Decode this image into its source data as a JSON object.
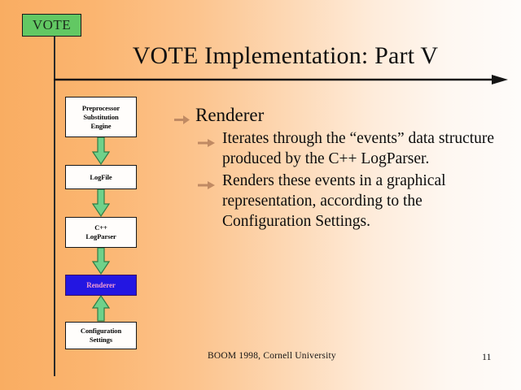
{
  "slide": {
    "badge_label": "VOTE",
    "title": "VOTE Implementation: Part V",
    "background_left_color": "#f9ad62",
    "background_right_color": "#fefcfa",
    "rule_color": "#2a2a2a"
  },
  "flowchart": {
    "boxes": [
      {
        "label": "Preprocessor Substitution Engine",
        "lines": [
          "Preprocessor",
          "Substitution",
          "Engine"
        ],
        "highlight": false
      },
      {
        "label": "LogFile",
        "lines": [
          "LogFile"
        ],
        "highlight": false
      },
      {
        "label": "C++ LogParser",
        "lines": [
          "C++",
          "LogParser"
        ],
        "highlight": false
      },
      {
        "label": "Renderer",
        "lines": [
          "Renderer"
        ],
        "highlight": true
      },
      {
        "label": "Configuration Settings",
        "lines": [
          "Configuration",
          "Settings"
        ],
        "highlight": false
      }
    ],
    "arrows": [
      {
        "direction": "down",
        "from": "Preprocessor Substitution Engine",
        "to": "LogFile"
      },
      {
        "direction": "down",
        "from": "LogFile",
        "to": "C++ LogParser"
      },
      {
        "direction": "down",
        "from": "C++ LogParser",
        "to": "Renderer"
      },
      {
        "direction": "up",
        "from": "Configuration Settings",
        "to": "Renderer"
      }
    ],
    "arrow_fill_color": "#6fd18a",
    "arrow_stroke_color": "#2f7d46",
    "highlight_fill_color": "#2316e2",
    "highlight_text_color": "#f09ad0",
    "box_fill_color": "#fffdfb"
  },
  "body": {
    "bullet_icon": "right-arrow",
    "bullet_color": "#c08a63",
    "items": [
      {
        "level": 1,
        "text": "Renderer"
      },
      {
        "level": 2,
        "text": "Iterates through the “events” data structure produced by the C++ LogParser."
      },
      {
        "level": 2,
        "text": "Renders these events in a graphical representation, according to the Configuration Settings."
      }
    ]
  },
  "footer": {
    "credit": "BOOM 1998, Cornell University",
    "page_number": "11"
  }
}
